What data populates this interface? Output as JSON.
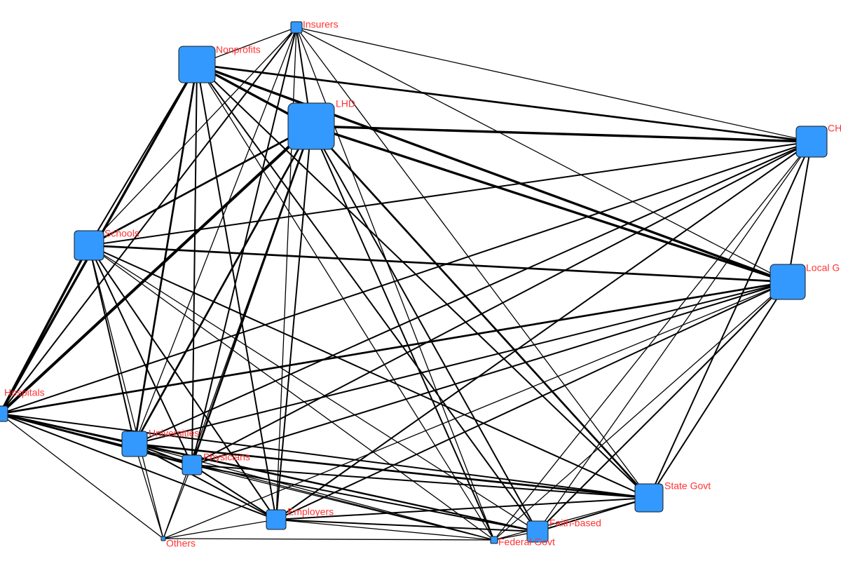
{
  "style": {
    "node_color": "#3399ff",
    "label_color": "#ff3333",
    "edge_color": "#000000"
  },
  "nodes": [
    {
      "id": "insurers",
      "label": "Insurers"
    },
    {
      "id": "nonprofits",
      "label": "Nonprofits"
    },
    {
      "id": "lhd",
      "label": "LHD"
    },
    {
      "id": "ch",
      "label": "CH"
    },
    {
      "id": "schools",
      "label": "Schools"
    },
    {
      "id": "localgov",
      "label": "Local G"
    },
    {
      "id": "hospitals",
      "label": "Hospitals"
    },
    {
      "id": "universities",
      "label": "Universities"
    },
    {
      "id": "physicians",
      "label": "Physicians"
    },
    {
      "id": "stategovt",
      "label": "State Govt"
    },
    {
      "id": "employers",
      "label": "Employers"
    },
    {
      "id": "faithbased",
      "label": "Faith-based"
    },
    {
      "id": "federalgovt",
      "label": "Federal Govt"
    },
    {
      "id": "others",
      "label": "Others"
    }
  ],
  "edges": [
    [
      "nonprofits",
      "lhd",
      4
    ],
    [
      "nonprofits",
      "ch",
      3
    ],
    [
      "nonprofits",
      "localgov",
      4
    ],
    [
      "nonprofits",
      "hospitals",
      4
    ],
    [
      "nonprofits",
      "universities",
      3
    ],
    [
      "nonprofits",
      "physicians",
      2
    ],
    [
      "nonprofits",
      "employers",
      2
    ],
    [
      "nonprofits",
      "stategovt",
      2
    ],
    [
      "nonprofits",
      "faithbased",
      2
    ],
    [
      "nonprofits",
      "federalgovt",
      1
    ],
    [
      "nonprofits",
      "schools",
      2
    ],
    [
      "nonprofits",
      "insurers",
      1
    ],
    [
      "lhd",
      "ch",
      4
    ],
    [
      "lhd",
      "localgov",
      4
    ],
    [
      "lhd",
      "hospitals",
      5
    ],
    [
      "lhd",
      "schools",
      3
    ],
    [
      "lhd",
      "universities",
      3
    ],
    [
      "lhd",
      "physicians",
      3
    ],
    [
      "lhd",
      "employers",
      2
    ],
    [
      "lhd",
      "stategovt",
      3
    ],
    [
      "lhd",
      "faithbased",
      2
    ],
    [
      "lhd",
      "federalgovt",
      2
    ],
    [
      "lhd",
      "others",
      1
    ],
    [
      "lhd",
      "insurers",
      2
    ],
    [
      "insurers",
      "ch",
      1
    ],
    [
      "insurers",
      "localgov",
      1
    ],
    [
      "insurers",
      "hospitals",
      2
    ],
    [
      "insurers",
      "universities",
      1
    ],
    [
      "insurers",
      "physicians",
      2
    ],
    [
      "insurers",
      "employers",
      1
    ],
    [
      "insurers",
      "stategovt",
      1
    ],
    [
      "insurers",
      "federalgovt",
      1
    ],
    [
      "insurers",
      "schools",
      1
    ],
    [
      "ch",
      "localgov",
      2
    ],
    [
      "ch",
      "schools",
      2
    ],
    [
      "ch",
      "hospitals",
      2
    ],
    [
      "ch",
      "universities",
      2
    ],
    [
      "ch",
      "physicians",
      2
    ],
    [
      "ch",
      "employers",
      2
    ],
    [
      "ch",
      "stategovt",
      2
    ],
    [
      "ch",
      "faithbased",
      1
    ],
    [
      "ch",
      "federalgovt",
      1
    ],
    [
      "schools",
      "localgov",
      3
    ],
    [
      "schools",
      "hospitals",
      4
    ],
    [
      "schools",
      "universities",
      2
    ],
    [
      "schools",
      "physicians",
      2
    ],
    [
      "schools",
      "employers",
      2
    ],
    [
      "schools",
      "stategovt",
      2
    ],
    [
      "schools",
      "faithbased",
      1
    ],
    [
      "schools",
      "federalgovt",
      1
    ],
    [
      "schools",
      "others",
      1
    ],
    [
      "localgov",
      "hospitals",
      3
    ],
    [
      "localgov",
      "universities",
      2
    ],
    [
      "localgov",
      "physicians",
      2
    ],
    [
      "localgov",
      "employers",
      2
    ],
    [
      "localgov",
      "stategovt",
      2
    ],
    [
      "localgov",
      "faithbased",
      2
    ],
    [
      "localgov",
      "federalgovt",
      1
    ],
    [
      "localgov",
      "others",
      1
    ],
    [
      "hospitals",
      "universities",
      3
    ],
    [
      "hospitals",
      "physicians",
      3
    ],
    [
      "hospitals",
      "employers",
      2
    ],
    [
      "hospitals",
      "stategovt",
      2
    ],
    [
      "hospitals",
      "faithbased",
      2
    ],
    [
      "hospitals",
      "federalgovt",
      1
    ],
    [
      "hospitals",
      "others",
      1
    ],
    [
      "universities",
      "physicians",
      2
    ],
    [
      "universities",
      "stategovt",
      3
    ],
    [
      "universities",
      "employers",
      2
    ],
    [
      "universities",
      "faithbased",
      2
    ],
    [
      "universities",
      "federalgovt",
      1
    ],
    [
      "universities",
      "others",
      1
    ],
    [
      "physicians",
      "stategovt",
      2
    ],
    [
      "physicians",
      "employers",
      2
    ],
    [
      "physicians",
      "faithbased",
      2
    ],
    [
      "physicians",
      "federalgovt",
      1
    ],
    [
      "physicians",
      "others",
      1
    ],
    [
      "stategovt",
      "employers",
      2
    ],
    [
      "stategovt",
      "faithbased",
      2
    ],
    [
      "stategovt",
      "federalgovt",
      1
    ],
    [
      "employers",
      "faithbased",
      2
    ],
    [
      "employers",
      "federalgovt",
      1
    ],
    [
      "employers",
      "others",
      1
    ],
    [
      "faithbased",
      "federalgovt",
      1
    ],
    [
      "others",
      "federalgovt",
      1
    ]
  ]
}
